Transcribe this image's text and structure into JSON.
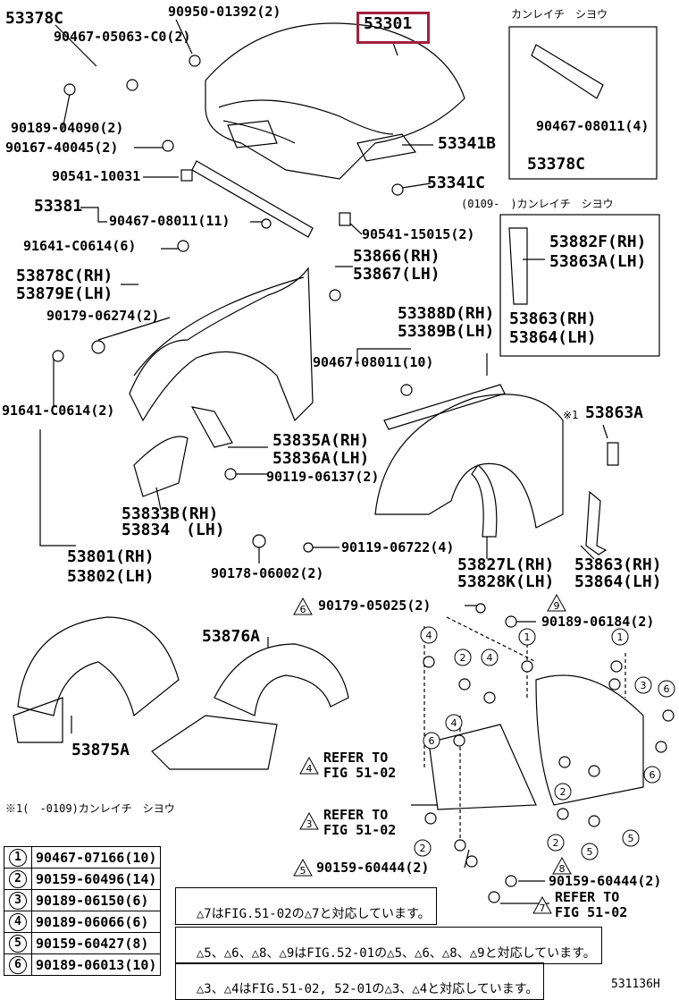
{
  "labels": {
    "p53378C_top": "53378C",
    "p90467_05063": "90467-05063-C0(2)",
    "p90950": "90950-01392(2)",
    "p53301": "53301",
    "kanreichi1": "カンレイチ　シヨウ",
    "p90189_04090": "90189-04090(2)",
    "p90167": "90167-40045(2)",
    "p53341B": "53341B",
    "p90467_08011_4": "90467-08011(4)",
    "p53378C_right": "53378C",
    "p90541_10031": "90541-10031",
    "p53341C": "53341C",
    "p53381": "53381",
    "p90467_08011_11": "90467-08011(11)",
    "kanreichi2": "(0109-　)カンレイチ　シヨウ",
    "p90541_15015": "90541-15015(2)",
    "p91641_top": "91641-C0614(6)",
    "p53882F": "53882F(RH)",
    "p53863A_lh": "53863A(LH)",
    "p53866": "53866(RH)",
    "p53867": "53867(LH)",
    "p53878C": "53878C(RH)",
    "p53879E": "53879E(LH)",
    "p90179_06274": "90179-06274(2)",
    "p53388D": "53388D(RH)",
    "p53389B": "53389B(LH)",
    "p53863_rh": "53863(RH)",
    "p53864_lh": "53864(LH)",
    "p90467_08011_10": "90467-08011(10)",
    "p91641_bottom": "91641-C0614(2)",
    "p53863A": "53863A",
    "note_star": "※1",
    "p53835A": "53835A(RH)",
    "p53836A": "53836A(LH)",
    "p90119_06137": "90119-06137(2)",
    "p53833B": "53833B(RH)",
    "p53834": "53834　(LH)",
    "p90119_06722": "90119-06722(4)",
    "p53801": "53801(RH)",
    "p53802": "53802(LH)",
    "p90178": "90178-06002(2)",
    "p53827L": "53827L(RH)",
    "p53828K": "53828K(LH)",
    "p53863_rh2": "53863(RH)",
    "p53864_lh2": "53864(LH)",
    "p90179_05025": "90179-05025(2)",
    "p90189_06184": "90189-06184(2)",
    "p53876A": "53876A",
    "p53875A": "53875A",
    "refer1_a": "REFER TO",
    "refer1_b": "FIG 51-02",
    "refer2_a": "REFER TO",
    "refer2_b": "FIG 51-02",
    "refer3_a": "REFER TO",
    "refer3_b": "FIG 51-02",
    "p90159_60444_left": "90159-60444(2)",
    "p90159_60444_right": "90159-60444(2)",
    "footnote": "※1(　-0109)カンレイチ　シヨウ",
    "figure_code": "531136H"
  },
  "triangle_marks": {
    "t6": "6",
    "t9": "9",
    "t4": "4",
    "t3": "3",
    "t5": "5",
    "t8": "8",
    "t7": "7"
  },
  "legend": [
    {
      "num": "1",
      "part": "90467-07166(10)"
    },
    {
      "num": "2",
      "part": "90159-60496(14)"
    },
    {
      "num": "3",
      "part": "90189-06150(6)"
    },
    {
      "num": "4",
      "part": "90189-06066(6)"
    },
    {
      "num": "5",
      "part": "90159-60427(8)"
    },
    {
      "num": "6",
      "part": "90189-06013(10)"
    }
  ],
  "notes": {
    "n1_mark": "7",
    "n1_text": "はFIG.51-02の",
    "n1_text2": "と対応しています。",
    "n2_text": "、",
    "n2_main": "はFIG.52-01の",
    "n2_tail": "と対応しています。",
    "n3_main": "はFIG.51-02, 52-01の",
    "n3_tail": "と対応しています。"
  }
}
